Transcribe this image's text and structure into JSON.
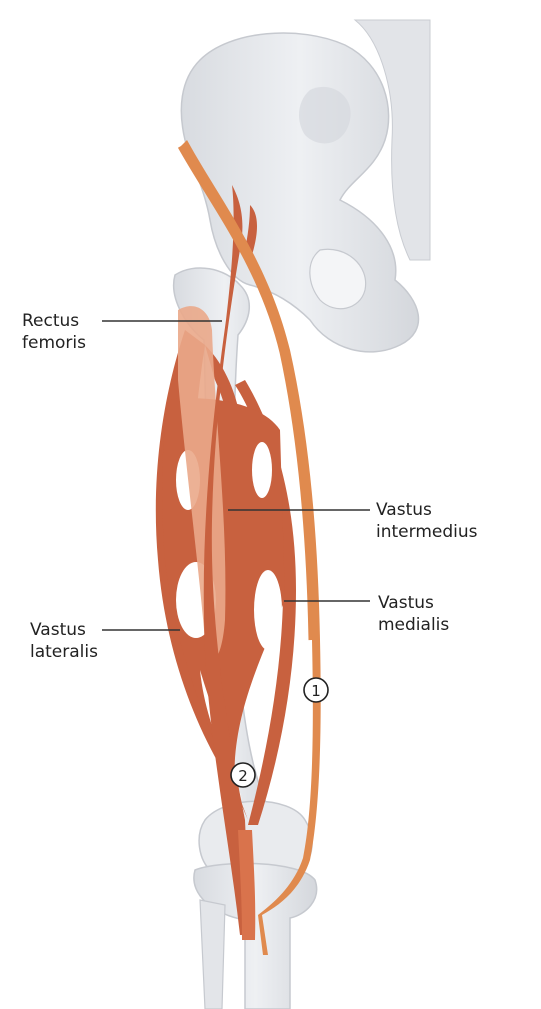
{
  "labels": {
    "rectus_femoris": [
      "Rectus",
      "femoris"
    ],
    "vastus_intermedius": [
      "Vastus",
      "intermedius"
    ],
    "vastus_medialis": [
      "Vastus",
      "medialis"
    ],
    "vastus_lateralis": [
      "Vastus",
      "lateralis"
    ]
  },
  "markers": {
    "one": "1",
    "two": "2"
  },
  "colors": {
    "muscle": "#c8613f",
    "muscle_light": "#eaa889",
    "sartorius": "#e08a4e",
    "bone": "#e6e8ec",
    "bone_shadow": "#c9ccd2",
    "leader": "#333333"
  }
}
